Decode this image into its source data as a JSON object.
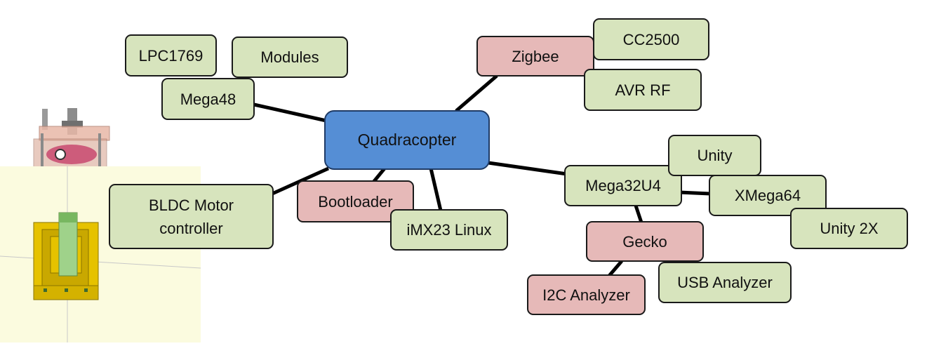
{
  "nodes": {
    "quadracopter": "Quadracopter",
    "lpc1769": "LPC1769",
    "modules": "Modules",
    "mega48": "Mega48",
    "zigbee": "Zigbee",
    "cc2500": "CC2500",
    "avr_rf": "AVR RF",
    "unity": "Unity",
    "mega32u4": "Mega32U4",
    "xmega64": "XMega64",
    "unity2x": "Unity 2X",
    "bldc_line1": "BLDC Motor",
    "bldc_line2": "controller",
    "bootloader": "Bootloader",
    "imx23": "iMX23 Linux",
    "gecko": "Gecko",
    "i2c_analyzer": "I2C Analyzer",
    "usb_analyzer": "USB Analyzer"
  },
  "colors": {
    "hub": "#558ed5",
    "green_node": "#d7e4bd",
    "pink_node": "#e6b9b8",
    "edge": "#000000"
  },
  "images": [
    "motor-assembly-render",
    "yellow-frame-3d-render"
  ]
}
